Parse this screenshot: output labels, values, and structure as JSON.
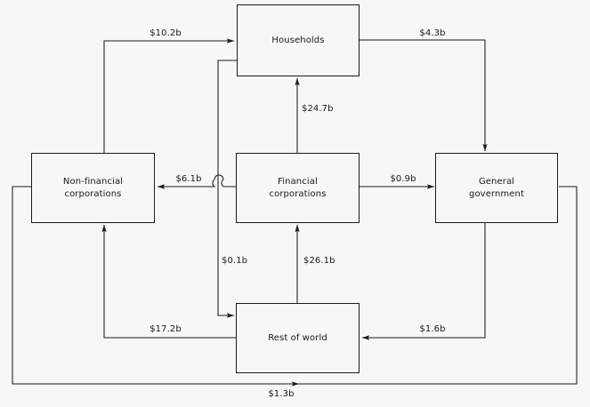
{
  "diagram": {
    "type": "flow-diagram",
    "background_color": "#f7f7f7",
    "line_color": "#1a1a22",
    "text_color": "#18181f",
    "nodes": [
      {
        "id": "households",
        "label": "Households"
      },
      {
        "id": "non-financial-corporations",
        "label": "Non-financial\ncorporations"
      },
      {
        "id": "financial-corporations",
        "label": "Financial\ncorporations"
      },
      {
        "id": "general-government",
        "label": "General\ngovernment"
      },
      {
        "id": "rest-of-world",
        "label": "Rest of world"
      }
    ],
    "edges": [
      {
        "id": "nfc-to-households",
        "from": "non-financial-corporations",
        "to": "households",
        "label": "$10.2b"
      },
      {
        "id": "households-to-government",
        "from": "households",
        "to": "general-government",
        "label": "$4.3b"
      },
      {
        "id": "fc-to-households",
        "from": "financial-corporations",
        "to": "households",
        "label": "$24.7b"
      },
      {
        "id": "fc-to-nfc",
        "from": "financial-corporations",
        "to": "non-financial-corporations",
        "label": "$6.1b"
      },
      {
        "id": "fc-to-government",
        "from": "financial-corporations",
        "to": "general-government",
        "label": "$0.9b"
      },
      {
        "id": "households-to-row",
        "from": "households",
        "to": "rest-of-world",
        "label": "$0.1b"
      },
      {
        "id": "row-to-fc",
        "from": "rest-of-world",
        "to": "financial-corporations",
        "label": "$26.1b"
      },
      {
        "id": "row-to-nfc",
        "from": "rest-of-world",
        "to": "non-financial-corporations",
        "label": "$17.2b"
      },
      {
        "id": "government-to-row",
        "from": "general-government",
        "to": "rest-of-world",
        "label": "$1.6b"
      },
      {
        "id": "nfc-to-government",
        "from": "non-financial-corporations",
        "to": "general-government",
        "label": "$1.3b"
      }
    ]
  }
}
